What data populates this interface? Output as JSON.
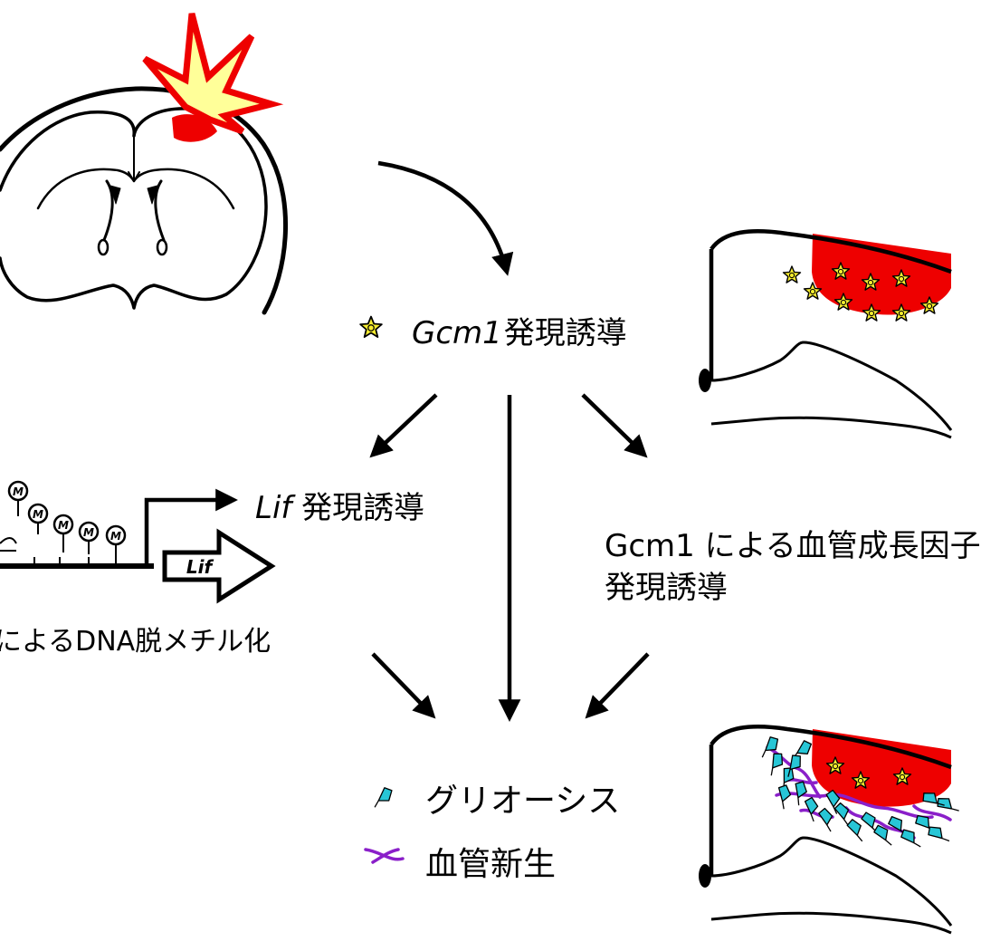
{
  "diagram": {
    "induction_label": {
      "gene": "Gcm1",
      "text": "発現誘導"
    },
    "lif_label": {
      "gene": "Lif",
      "text": " 発現誘導"
    },
    "growth_label": {
      "line1": "Gcm1 による血管成長因子",
      "line2": "発現誘導"
    },
    "demethylation_label": "によるDNA脱メチル化",
    "promoter_box_label": "Lif",
    "methyl_mark": "M",
    "legend": [
      {
        "label": "グリオーシス",
        "icon": "astrocyte-icon",
        "color": "#27c6d6"
      },
      {
        "label": "血管新生",
        "icon": "vessel-icon",
        "color": "#8a1fc9"
      }
    ],
    "colors": {
      "lesion": "#ee0000",
      "burst_fill": "#ffff99",
      "burst_stroke": "#ee0000",
      "gcm1_cell": "#f5ec2f",
      "astrocyte": "#27c6d6",
      "vessel": "#8a1fc9",
      "ink": "#000000"
    }
  }
}
